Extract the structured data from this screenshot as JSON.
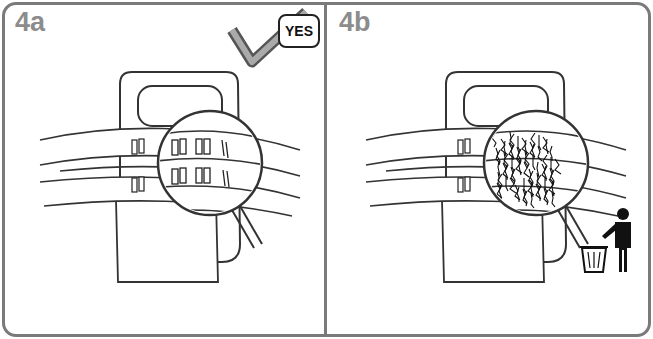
{
  "diagram": {
    "nodes": [
      {
        "text": [
          "4a"
        ]
      },
      {
        "text": [
          "YES"
        ],
        "in": 0
      },
      {
        "text": [
          "4b"
        ]
      }
    ]
  }
}
